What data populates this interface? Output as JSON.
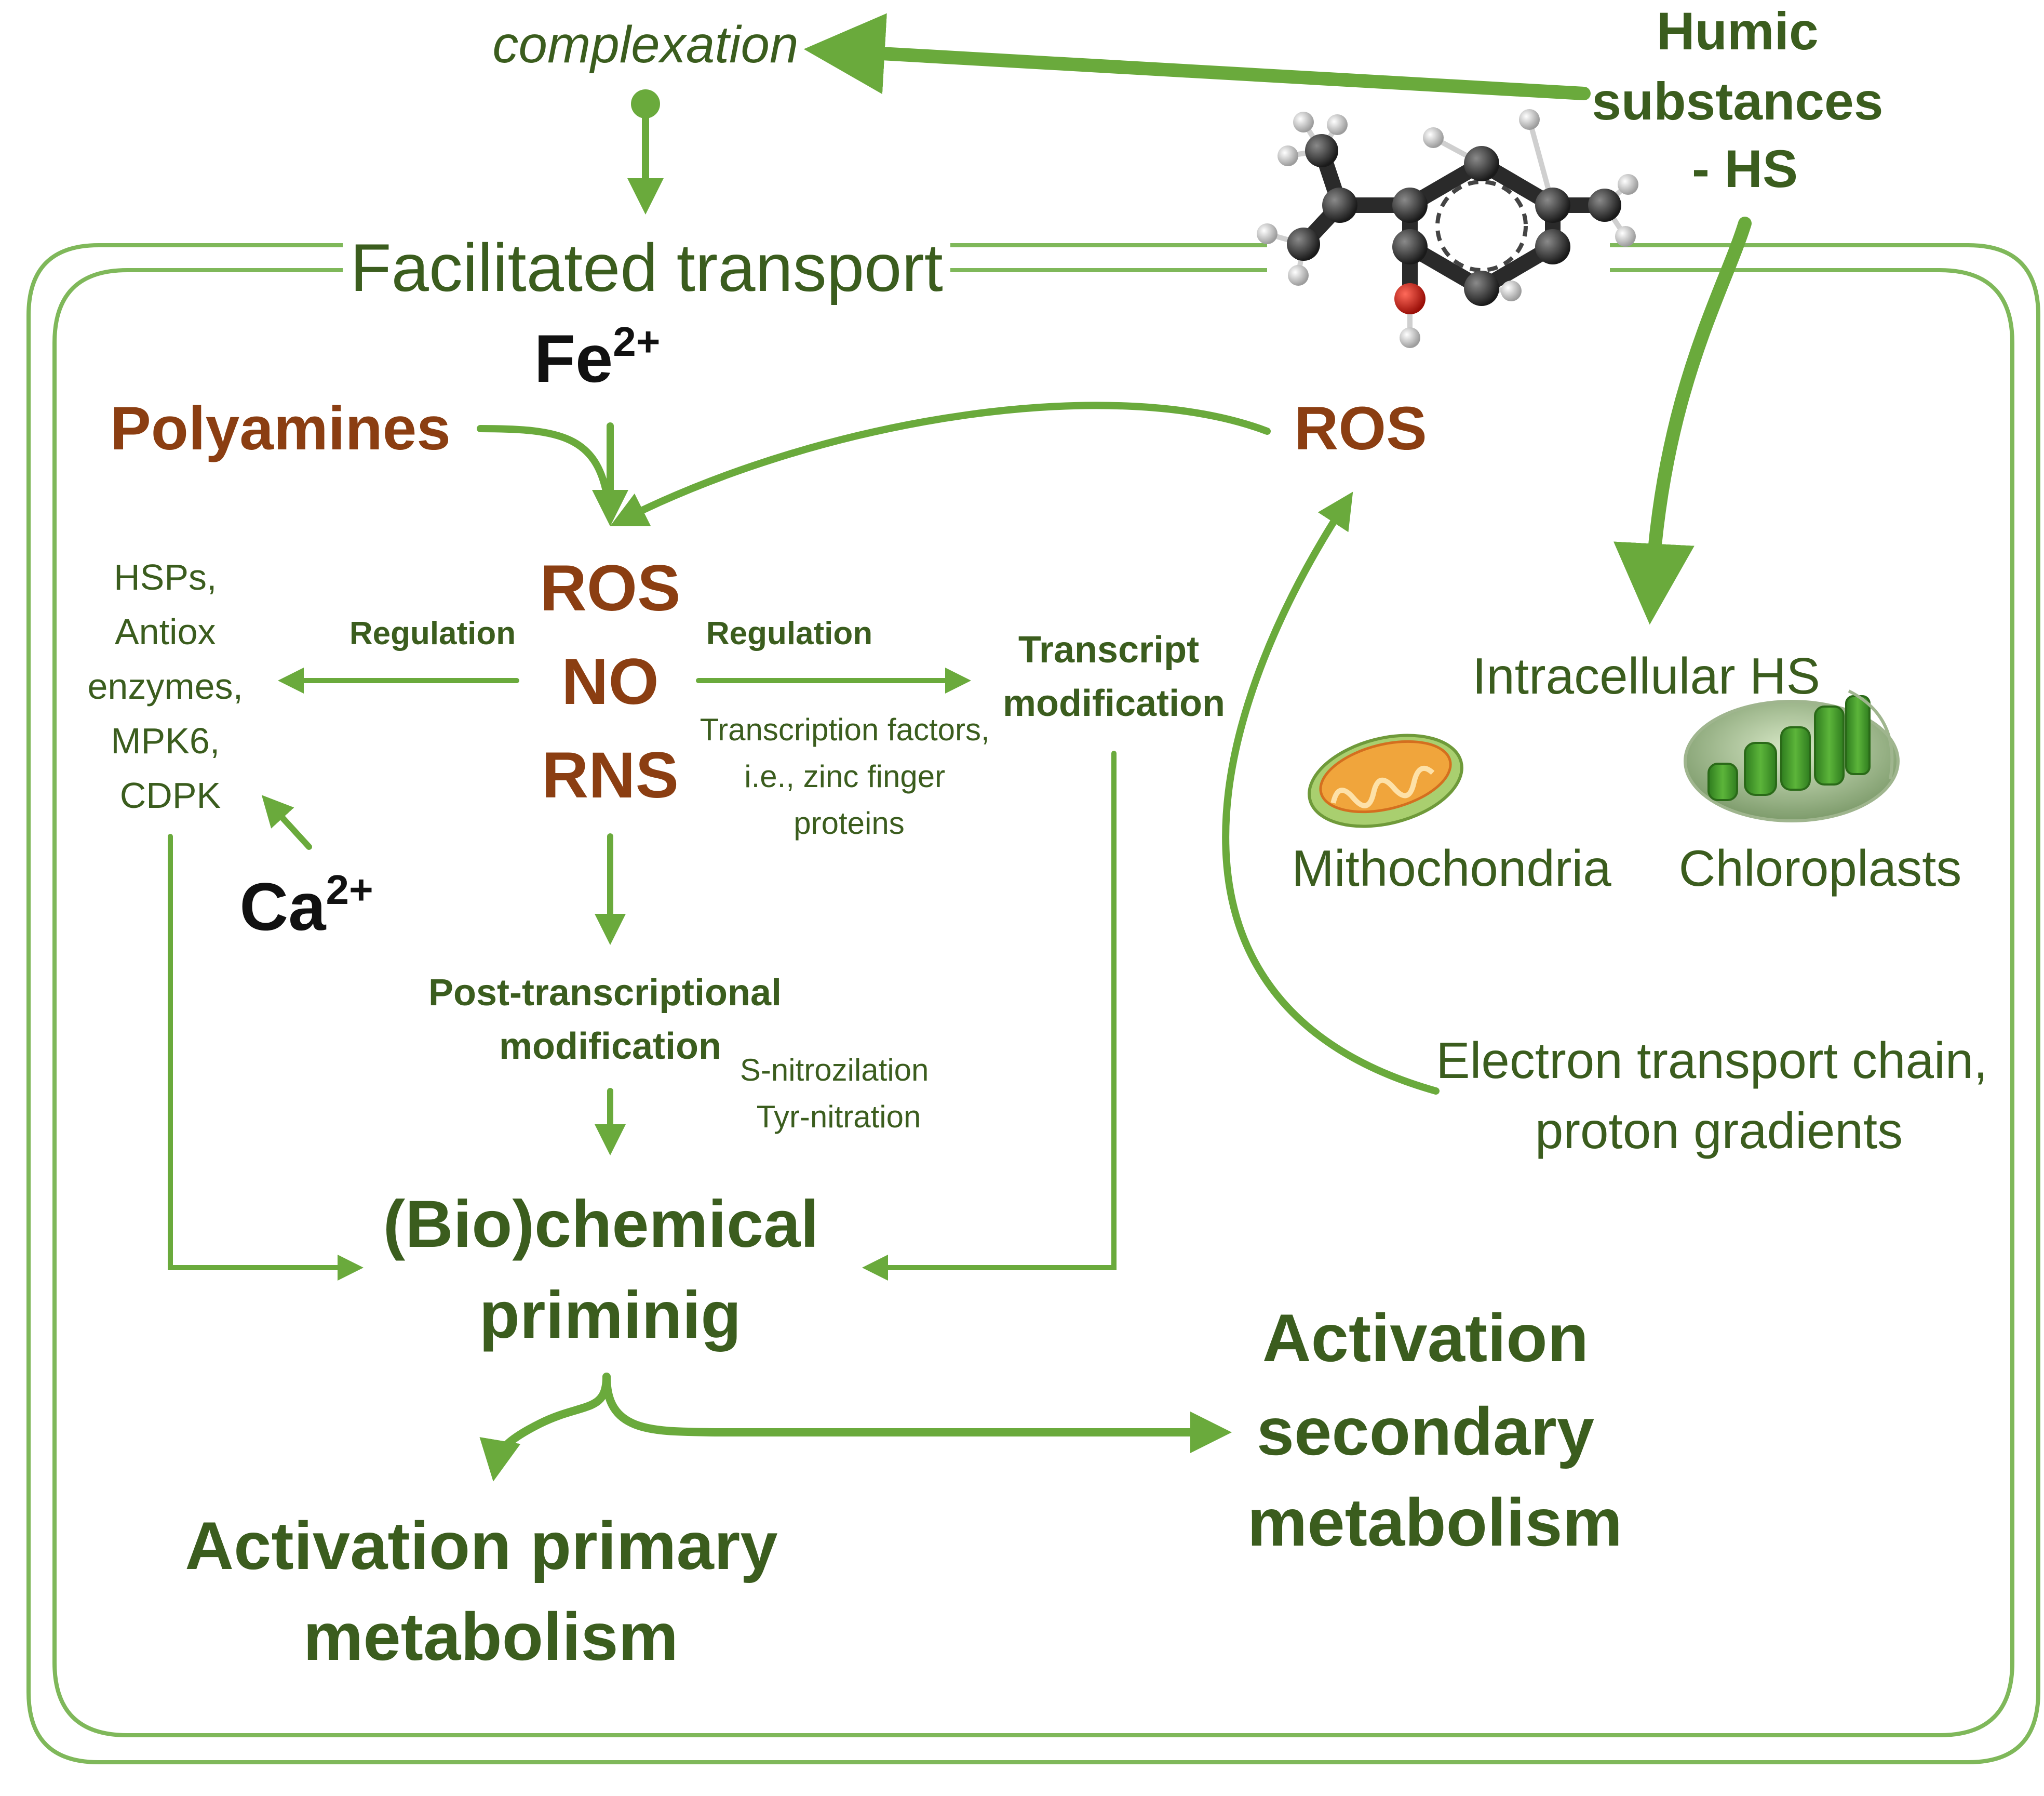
{
  "colors": {
    "green_line": "#6aaa3c",
    "green_frame": "#7fb85a",
    "dark_green_text": "#3b5d1e",
    "brown_text": "#8b3e12",
    "black_text": "#111111"
  },
  "labels": {
    "complexation": "complexation",
    "humic_line1": "Humic",
    "humic_line2": "substances",
    "humic_line3": "- HS",
    "facilitated_transport": "Facilitated transport",
    "fe": "Fe",
    "fe_sup": "2+",
    "polyamines": "Polyamines",
    "ros_top": "ROS",
    "ros": "ROS",
    "no": "NO",
    "rns": "RNS",
    "regulation_left": "Regulation",
    "regulation_right": "Regulation",
    "hsps_lines": [
      "HSPs,",
      "Antiox",
      "enzymes,",
      "MPK6,",
      "CDPK"
    ],
    "ca": "Ca",
    "ca_sup": "2+",
    "transcript_line1": "Transcript",
    "transcript_line2": "modification",
    "tf_line1": "Transcription factors,",
    "tf_line2": "i.e., zinc finger",
    "tf_line3": "proteins",
    "post_line1": "Post-transcriptional",
    "post_line2": "modification",
    "snitro_line1": "S-nitrozilation",
    "snitro_line2": "Tyr-nitration",
    "bio_line1": "(Bio)chemical",
    "bio_line2": "priminig",
    "intracellular_hs": "Intracellular HS",
    "mitochondria": "Mithochondria",
    "chloroplasts": "Chloroplasts",
    "etc_line1": "Electron transport chain,",
    "etc_line2": "proton gradients",
    "act_primary_line1": "Activation primary",
    "act_primary_line2": "metabolism",
    "act_secondary_line1": "Activation",
    "act_secondary_line2": "secondary",
    "act_secondary_line3": "metabolism"
  },
  "icons": {
    "molecule": "ball-and-stick-molecule-icon",
    "mitochondrion": "mitochondrion-icon",
    "chloroplast": "chloroplast-icon"
  }
}
